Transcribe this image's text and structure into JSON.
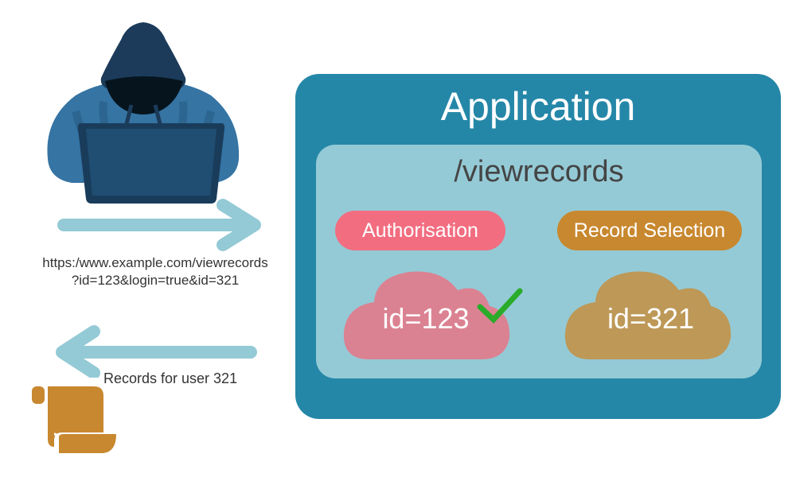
{
  "attacker": {
    "icon": "hooded-hacker-icon"
  },
  "request": {
    "arrow": "arrow-right-icon",
    "url_line1": "https:/www.example.com/viewrecords",
    "url_line2": "?id=123&login=true&id=321"
  },
  "response": {
    "arrow": "arrow-left-icon",
    "label": "Records for user 321",
    "icon": "scroll-document-icon"
  },
  "application": {
    "title": "Application",
    "endpoint": "/viewrecords",
    "authorisation": {
      "label": "Authorisation",
      "value": "id=123",
      "status_icon": "checkmark-icon"
    },
    "record_selection": {
      "label": "Record Selection",
      "value": "id=321"
    }
  },
  "colors": {
    "app_bg": "#2587a8",
    "endpoint_bg": "#94cad6",
    "auth_pill": "#f26d80",
    "auth_cloud": "#db8292",
    "record_pill": "#c8882f",
    "record_cloud": "#bd9857",
    "arrow": "#94cad6",
    "check": "#2aab2a",
    "scroll": "#c8882f"
  }
}
